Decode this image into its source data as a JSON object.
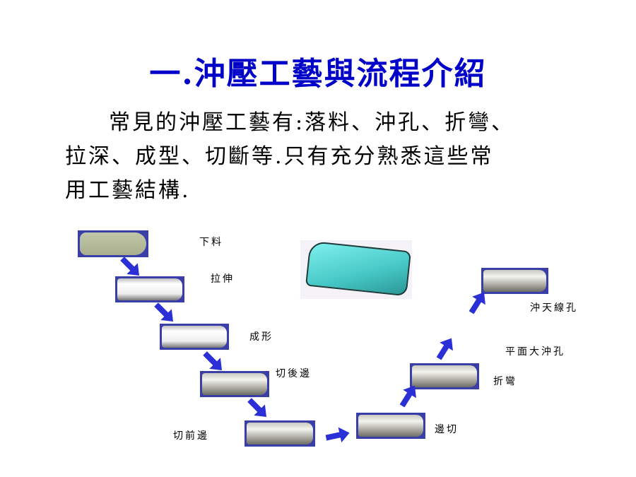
{
  "title": "一.沖壓工藝與流程介紹",
  "paragraph": {
    "line1": "常見的沖壓工藝有:落料、沖孔、折彎、",
    "line2": "拉深、成型、切斷等.只有充分熟悉這些常",
    "line3": "用工藝結構."
  },
  "steps": [
    "下料",
    "拉伸",
    "成形",
    "切後邊",
    "切前邊",
    "邊切",
    "折彎",
    "平面大沖孔",
    "沖天線孔"
  ],
  "colors": {
    "title": "#0000c8",
    "arrow": "#2b2fd6",
    "photo_bg": "#3a3fa8"
  }
}
